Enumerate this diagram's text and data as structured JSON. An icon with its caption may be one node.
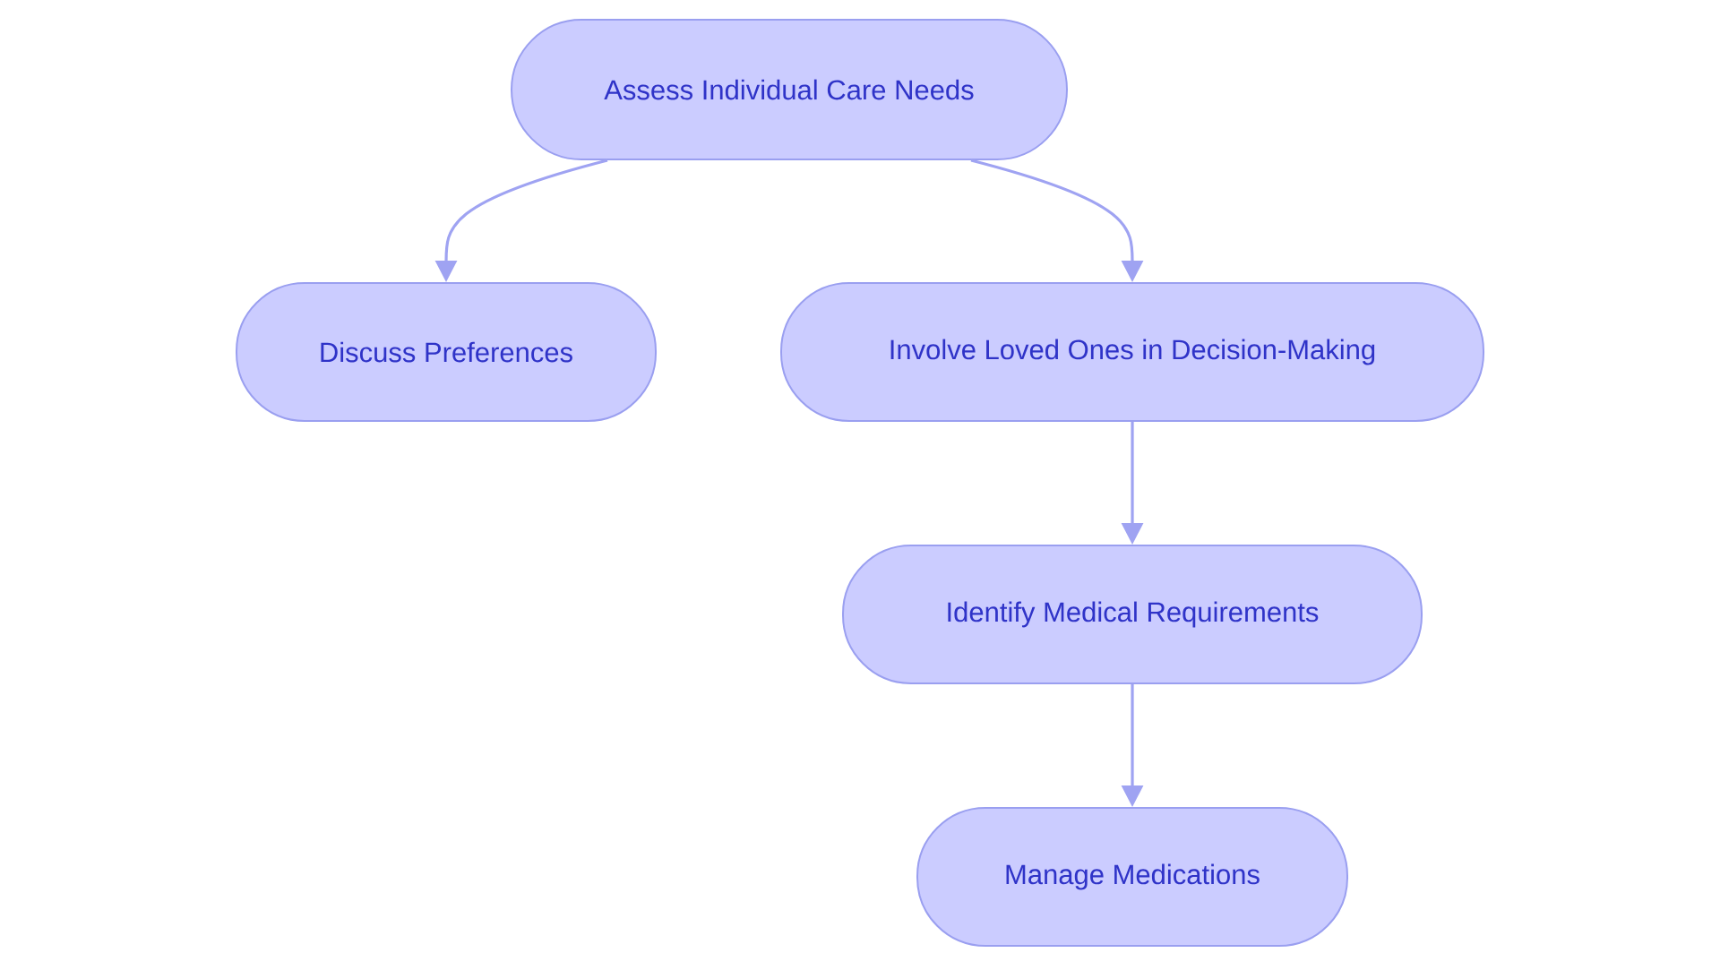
{
  "diagram": {
    "nodes": [
      {
        "text": [
          "Assess Individual Care Needs"
        ]
      },
      {
        "text": [
          "Discuss Preferences"
        ]
      },
      {
        "text": [
          "Involve Loved Ones in Decision-Making"
        ]
      },
      {
        "text": [
          "Identify Medical Requirements"
        ]
      },
      {
        "text": [
          "Manage Medications"
        ]
      }
    ],
    "edges": [
      {
        "from": 0,
        "to": 1,
        "arrow": "to"
      },
      {
        "from": 0,
        "to": 2,
        "arrow": "to"
      },
      {
        "from": 2,
        "to": 3,
        "arrow": "to"
      },
      {
        "from": 3,
        "to": 4,
        "arrow": "to"
      }
    ]
  }
}
